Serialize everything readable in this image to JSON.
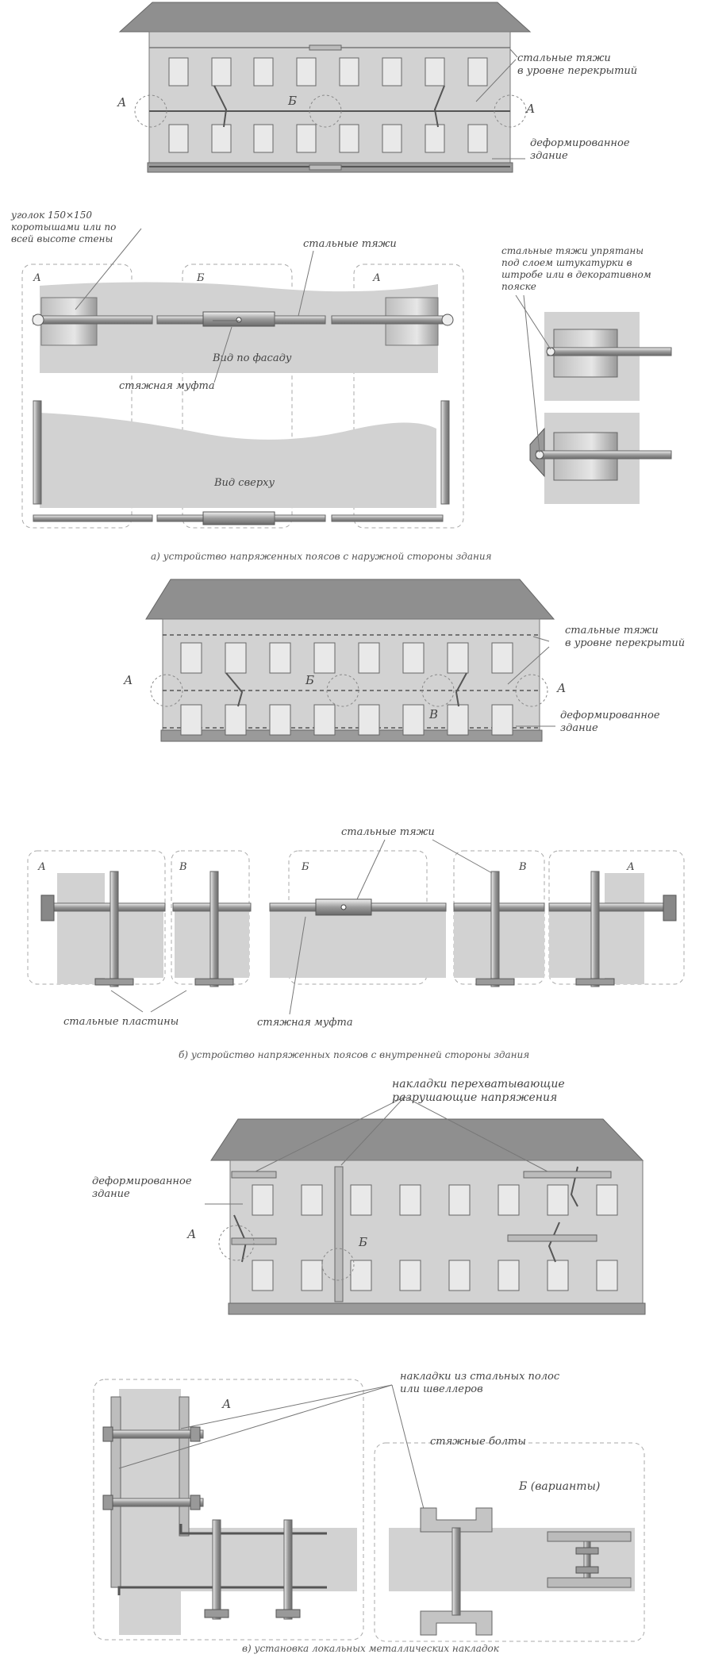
{
  "labels": {
    "steel_ties_floor_a": "стальные тяжи\nв уровне перекрытий",
    "deformed_building_a": "деформированное\nздание",
    "angle_note": "уголок 150×150\nкоротышами или по\nвсей высоте стены",
    "steel_ties_a": "стальные тяжи",
    "hidden_ties_note": "стальные тяжи упрятаны\nпод слоем штукатурки в\nштробе или в декоративном\nпояске",
    "facade_view": "Вид по фасаду",
    "coupling_a": "стяжная муфта",
    "top_view": "Вид сверху",
    "caption_a": "а) устройство напряженных поясов с наружной стороны здания",
    "steel_ties_floor_b": "стальные тяжи\nв уровне перекрытий",
    "deformed_building_b": "деформированное\nздание",
    "steel_ties_b": "стальные тяжи",
    "steel_plates": "стальные пластины",
    "coupling_b": "стяжная муфта",
    "caption_b": "б) устройство напряженных поясов с внутренней стороны здания",
    "overlays_note": "накладки перехватывающие\nразрушающие напряжения",
    "deformed_building_c": "деформированное\nздание",
    "steel_strips_note": "накладки из стальных полос\nили швеллеров",
    "tie_bolts": "стяжные болты",
    "variants": "Б (варианты)",
    "caption_c": "в) установка локальных металлических накладок"
  },
  "letters": {
    "A": "А",
    "B": "Б",
    "V": "В"
  },
  "colors": {
    "wall": "#d2d2d2",
    "roof": "#8f8f8f",
    "window": "#e9e9e9",
    "metal": "#a9a9a9",
    "line": "#555555"
  }
}
